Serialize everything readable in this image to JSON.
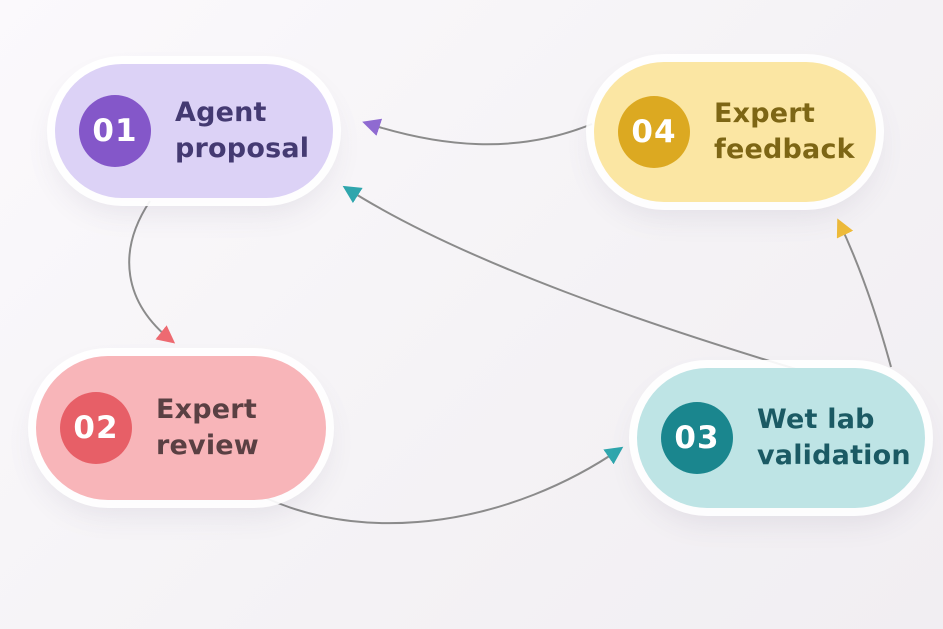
{
  "diagram": {
    "background_color": "#f5f3f6",
    "arrow_line_color": "#8b8b8b",
    "nodes": [
      {
        "number": "01",
        "label": "Agent proposal",
        "position": "top-left",
        "pill_color": "#dcd2f6",
        "badge_color": "#8457c9",
        "text_color": "#443a72"
      },
      {
        "number": "02",
        "label": "Expert review",
        "position": "bottom-left",
        "pill_color": "#f8b5b9",
        "badge_color": "#e75f67",
        "text_color": "#5a4043"
      },
      {
        "number": "03",
        "label": "Wet lab validation",
        "position": "bottom-right",
        "pill_color": "#bee4e5",
        "badge_color": "#1a868e",
        "text_color": "#1b5a64"
      },
      {
        "number": "04",
        "label": "Expert feedback",
        "position": "top-right",
        "pill_color": "#fbe6a3",
        "badge_color": "#dca921",
        "text_color": "#7d6615"
      }
    ],
    "edges": [
      {
        "from": "01",
        "to": "02",
        "arrowhead_color": "#ed6a71"
      },
      {
        "from": "02",
        "to": "03",
        "arrowhead_color": "#2fa6ad"
      },
      {
        "from": "03",
        "to": "04",
        "arrowhead_color": "#eebb3a"
      },
      {
        "from": "04",
        "to": "01",
        "arrowhead_color": "#8f6ad1"
      },
      {
        "from": "03",
        "to": "01",
        "arrowhead_color": "#2fa6ad"
      }
    ]
  }
}
